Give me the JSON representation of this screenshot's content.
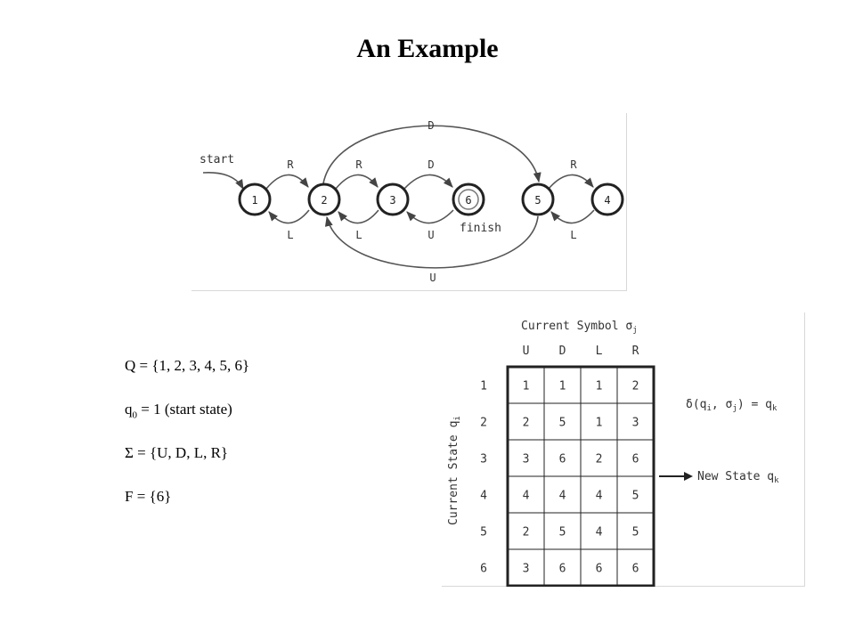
{
  "title": "An Example",
  "fsm": {
    "start_label": "start",
    "finish_label": "finish",
    "states": [
      "1",
      "2",
      "3",
      "6",
      "5",
      "4"
    ],
    "edges": [
      {
        "from": "1",
        "to": "2",
        "label": "R"
      },
      {
        "from": "2",
        "to": "1",
        "label": "L"
      },
      {
        "from": "2",
        "to": "3",
        "label": "R"
      },
      {
        "from": "3",
        "to": "2",
        "label": "L"
      },
      {
        "from": "3",
        "to": "6",
        "label": "D"
      },
      {
        "from": "6",
        "to": "3",
        "label": "U"
      },
      {
        "from": "2",
        "to": "5",
        "label": "D"
      },
      {
        "from": "5",
        "to": "2",
        "label": "U"
      },
      {
        "from": "5",
        "to": "4",
        "label": "R"
      },
      {
        "from": "4",
        "to": "5",
        "label": "L"
      }
    ],
    "final_state": "6"
  },
  "definitions": {
    "Q": "Q = {1, 2, 3, 4, 5, 6}",
    "q0_sym": "q",
    "q0_sub": "0",
    "q0_rest": " = 1 (start state)",
    "sigma": "Σ = {U, D, L, R}",
    "F": "F = {6}"
  },
  "transition_table": {
    "column_title": "Current Symbol σ",
    "column_title_sub": "j",
    "row_title": "Current State q",
    "row_title_sub": "i",
    "columns": [
      "U",
      "D",
      "L",
      "R"
    ],
    "rows": [
      "1",
      "2",
      "3",
      "4",
      "5",
      "6"
    ],
    "cells": [
      [
        "1",
        "1",
        "1",
        "2"
      ],
      [
        "2",
        "5",
        "1",
        "3"
      ],
      [
        "3",
        "6",
        "2",
        "6"
      ],
      [
        "4",
        "4",
        "4",
        "5"
      ],
      [
        "2",
        "5",
        "4",
        "5"
      ],
      [
        "3",
        "6",
        "6",
        "6"
      ]
    ],
    "formula": "δ(q",
    "formula_sub_i": "i",
    "formula_mid": ", σ",
    "formula_sub_j": "j",
    "formula_end": ") = q",
    "formula_sub_k": "k",
    "new_state_label": "New State q",
    "new_state_sub": "k"
  }
}
